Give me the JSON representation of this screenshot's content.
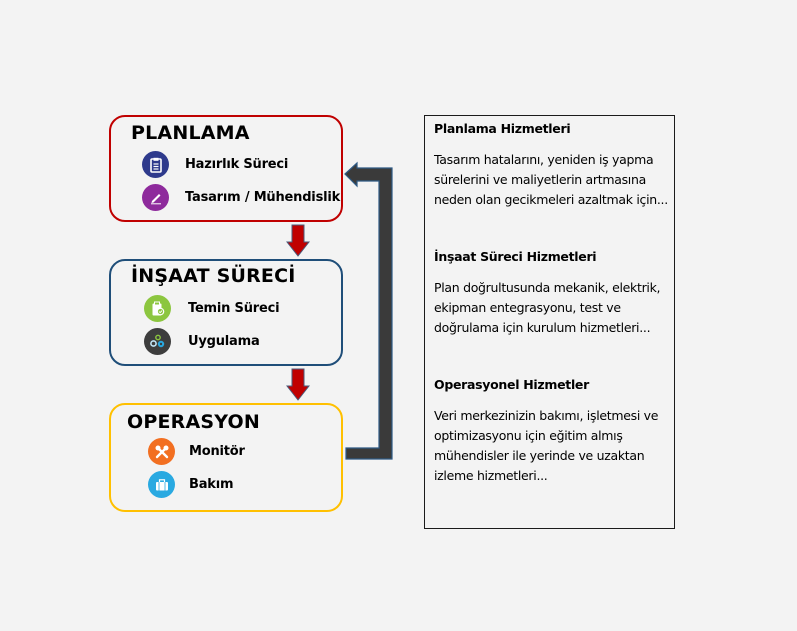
{
  "colors": {
    "planlama": "#c00000",
    "insaat": "#1f4e79",
    "operasyon": "#ffc000",
    "arrow_down": "#c00000",
    "return_arrow": "#3a3a3a",
    "icon_clipboard": "#2e3a8c",
    "icon_pen": "#8e2a9c",
    "icon_procure": "#8cc63f",
    "icon_gears": "#3d3d3d",
    "icon_tools": "#f26f21",
    "icon_case": "#29a9e1"
  },
  "phases": [
    {
      "title": "PLANLAMA",
      "items": [
        {
          "label": "Hazırlık Süreci",
          "icon": "clipboard-icon"
        },
        {
          "label": "Tasarım / Mühendislik",
          "icon": "pen-icon"
        }
      ]
    },
    {
      "title": "İNŞAAT SÜRECİ",
      "items": [
        {
          "label": "Temin Süreci",
          "icon": "procurement-icon"
        },
        {
          "label": "Uygulama",
          "icon": "gears-icon"
        }
      ]
    },
    {
      "title": "OPERASYON",
      "items": [
        {
          "label": "Monitör",
          "icon": "tools-icon"
        },
        {
          "label": "Bakım",
          "icon": "briefcase-icon"
        }
      ]
    }
  ],
  "services": [
    {
      "heading": "Planlama Hizmetleri",
      "body": "Tasarım hatalarını, yeniden iş yapma sürelerini ve maliyetlerin artmasına neden olan gecikmeleri azaltmak için..."
    },
    {
      "heading": "İnşaat Süreci Hizmetleri",
      "body": "Plan doğrultusunda mekanik, elektrik, ekipman entegrasyonu, test ve doğrulama için kurulum hizmetleri..."
    },
    {
      "heading": "Operasyonel Hizmetler",
      "body": "Veri merkezinizin bakımı, işletmesi ve optimizasyonu için eğitim almış mühendisler ile yerinde ve uzaktan izleme hizmetleri..."
    }
  ]
}
